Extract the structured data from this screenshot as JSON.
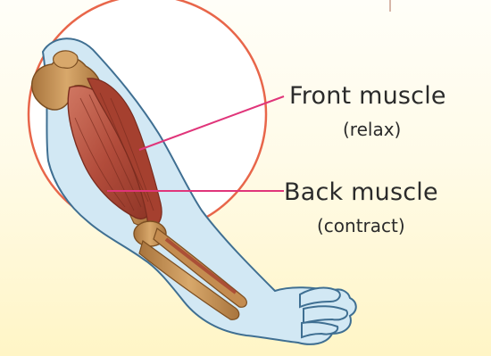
{
  "labels": {
    "front_muscle": "Front  muscle",
    "front_state": "(relax)",
    "back_muscle": "Back muscle",
    "back_state": "(contract)"
  },
  "colors": {
    "circle": "#e8664a",
    "pointer": "#e0357a",
    "skin_fill": "#d2e8f4",
    "skin_outline": "#3f6f92",
    "bone": "#c8955a",
    "muscle": "#b85443",
    "muscle_dark": "#8e3526"
  },
  "icons": {
    "arm": "arm-anatomy-illustration"
  }
}
